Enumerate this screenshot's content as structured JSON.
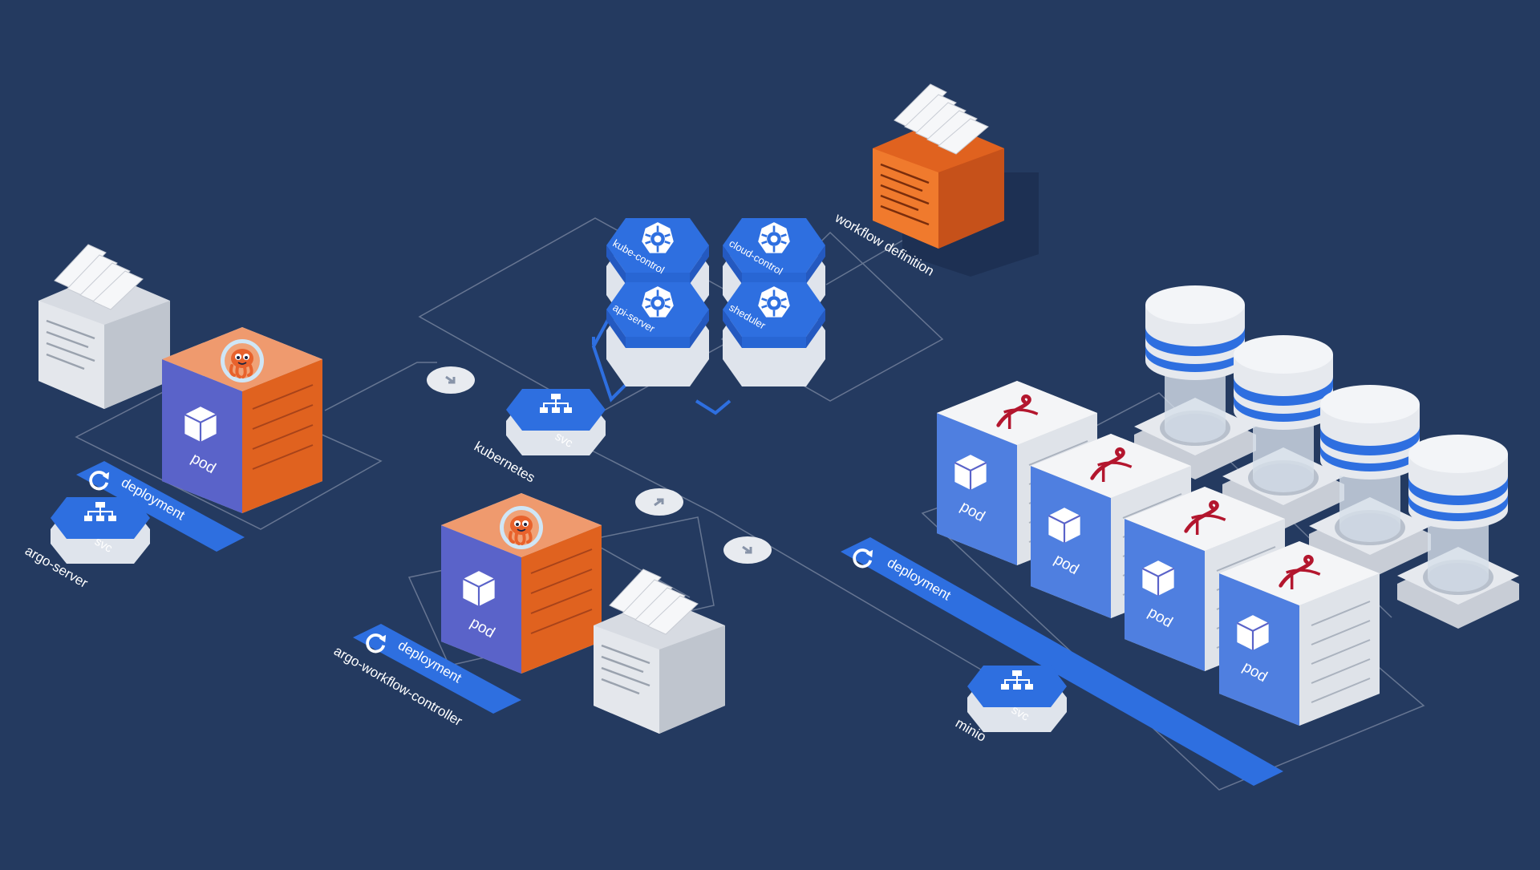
{
  "colors": {
    "background": "#243a60",
    "blue": "#2e6fe0",
    "orange": "#e0621f",
    "pod_purple": "#5a63c9",
    "light_gray": "#e6e9ee"
  },
  "labels": {
    "pod": "pod",
    "svc": "svc",
    "deployment": "deployment"
  },
  "argo_server": {
    "name": "argo-server",
    "deployment": "deployment",
    "pod": "pod",
    "svc": "svc"
  },
  "workflow_controller": {
    "name": "argo-workflow-controller",
    "deployment": "deployment",
    "pod": "pod"
  },
  "kubernetes": {
    "name": "kubernetes",
    "svc": "svc",
    "components": [
      "kube-control",
      "cloud-control",
      "api-server",
      "sheduler"
    ]
  },
  "workflow_definition": {
    "name": "workflow definition"
  },
  "minio": {
    "name": "minio",
    "deployment": "deployment",
    "svc": "svc",
    "pods": [
      "pod",
      "pod",
      "pod",
      "pod"
    ]
  },
  "icons": {
    "arrow_badges": [
      "arrow-down-right-icon",
      "arrow-up-right-icon",
      "arrow-down-right-icon"
    ],
    "component_icon": "kubernetes-helm-icon",
    "argo_mascot": "argo-octopus-icon",
    "minio_logo": "minio-flamingo-icon",
    "deployment_icon": "refresh-icon",
    "svc_icon": "network-tree-icon",
    "pod_icon": "cube-icon"
  }
}
